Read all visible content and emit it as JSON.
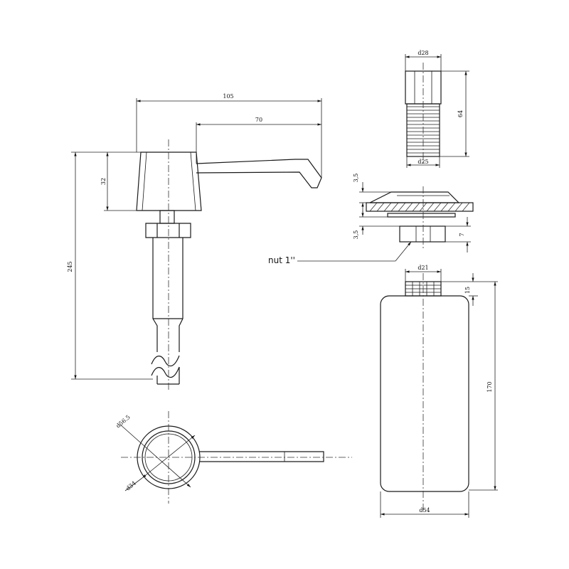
{
  "dimensions": {
    "pump_total_length": "105",
    "spout_length": "70",
    "head_height": "32",
    "overall_height": "245",
    "head_outer_diameter": "d56.5",
    "head_inner_diameter": "d34",
    "sleeve_diameter_top": "d28",
    "sleeve_height": "64",
    "sleeve_diameter_bottom": "d25",
    "flange_thickness": "3,5",
    "nut_gap": "3,5",
    "nut_height": "7",
    "neck_diameter": "d21",
    "neck_height": "15",
    "bottle_height": "170",
    "bottle_diameter": "d54"
  },
  "labels": {
    "nut": "nut 1''"
  }
}
